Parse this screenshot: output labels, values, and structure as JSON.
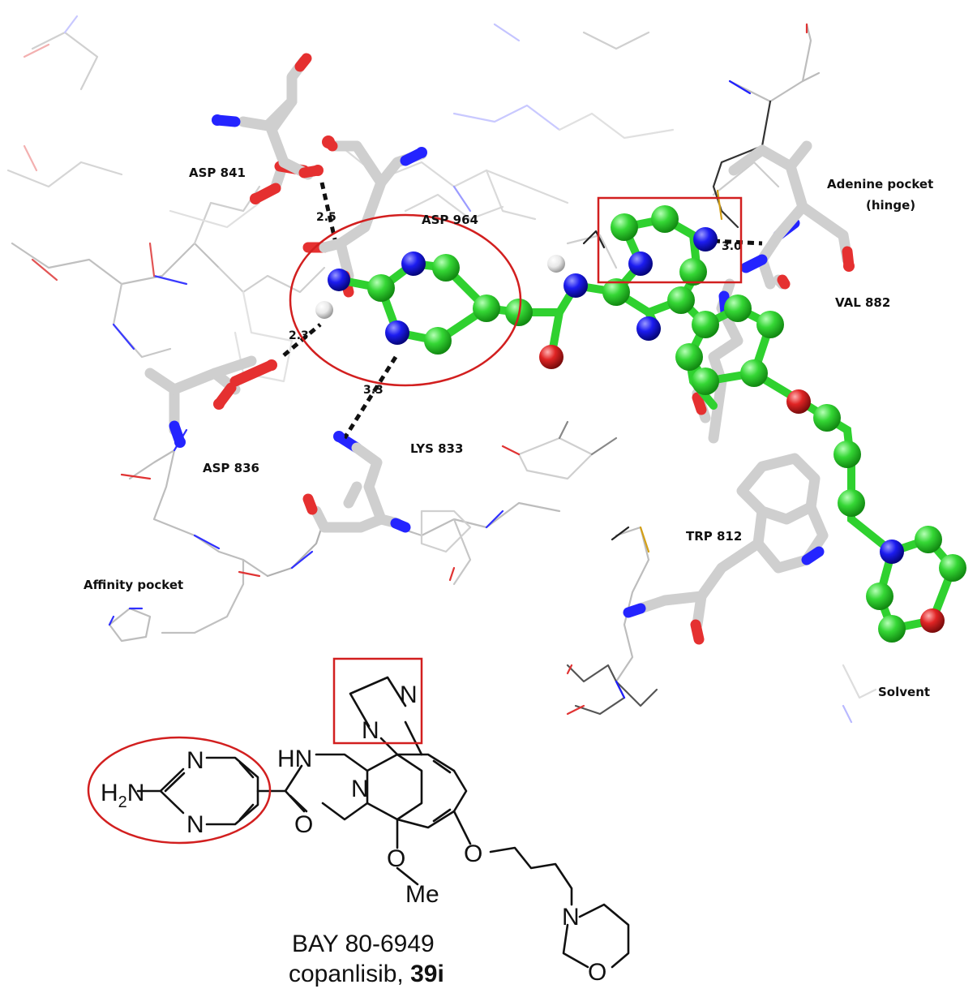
{
  "labels": {
    "asp841": "ASP 841",
    "asp964": "ASP 964",
    "asp836": "ASP 836",
    "lys833": "LYS 833",
    "val882": "VAL 882",
    "trp812": "TRP 812",
    "adenine_line1": "Adenine pocket",
    "adenine_line2": "(hinge)",
    "affinity": "Affinity pocket",
    "solvent": "Solvent"
  },
  "distances": {
    "d1": "2.5",
    "d2": "2.3",
    "d3": "3.3",
    "d4": "3.0"
  },
  "structure": {
    "h2n": "H2N",
    "n_pyr_top": "N",
    "n_pyr_bottom": "N",
    "hn": "HN",
    "o_carbonyl": "O",
    "n_quin": "N",
    "n_imid_ring": "N",
    "n_imid_double": "N",
    "o_methoxy": "O",
    "me": "Me",
    "o_ether": "O",
    "n_morph": "N",
    "o_morph": "O"
  },
  "caption": {
    "line1": "BAY 80-6949",
    "line2_name": "copanlisib,",
    "line2_bold": "39i"
  },
  "colors": {
    "carbon_ligand": "#2fd12f",
    "nitrogen": "#1a1aff",
    "oxygen": "#e22222",
    "sulfur": "#d4a017",
    "protein_carbon": "#cfcfcf",
    "highlight": "#d21f1f"
  }
}
